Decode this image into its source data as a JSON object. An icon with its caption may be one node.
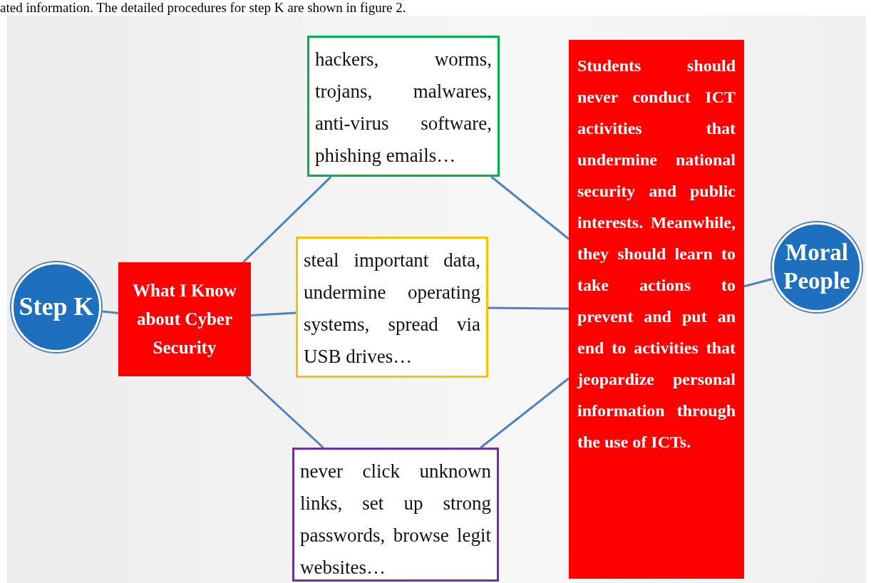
{
  "diagram": {
    "nodes": [
      {
        "text": [
          "Step K"
        ]
      },
      {
        "text": [
          "What I Know about Cyber Security"
        ]
      },
      {
        "text": [
          "hackers, worms, trojans, malwares, anti-virus software, phishing emails…"
        ]
      },
      {
        "text": [
          "steal important data, undermine operating systems, spread via USB drives…"
        ]
      },
      {
        "text": [
          "never click unknown links, set up strong passwords, browse legit websites…"
        ]
      },
      {
        "text": [
          "Students should never conduct ICT activities that undermine national security and public interests. Meanwhile, they should learn to take actions to prevent and put an end to activities that jeopardize personal information through the use of ICTs."
        ]
      },
      {
        "text": [
          "Moral People"
        ]
      }
    ],
    "edges": [
      {
        "from": 0,
        "to": 1,
        "arrow": "none"
      },
      {
        "from": 1,
        "to": 2,
        "arrow": "none"
      },
      {
        "from": 1,
        "to": 3,
        "arrow": "none"
      },
      {
        "from": 1,
        "to": 4,
        "arrow": "none"
      },
      {
        "from": 2,
        "to": 5,
        "arrow": "none"
      },
      {
        "from": 3,
        "to": 5,
        "arrow": "none"
      },
      {
        "from": 4,
        "to": 5,
        "arrow": "none"
      },
      {
        "from": 5,
        "to": 6,
        "arrow": "none"
      }
    ],
    "labels": [
      "ated information. The detailed procedures for step K are shown in figure 2."
    ]
  }
}
